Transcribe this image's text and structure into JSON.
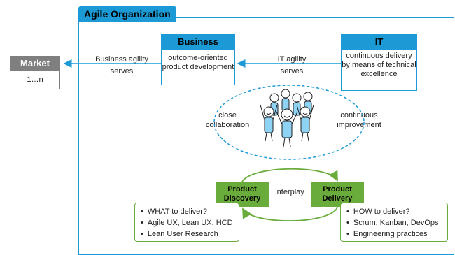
{
  "organization": {
    "title": "Agile Organization"
  },
  "market": {
    "title": "Market",
    "cardinality": "1…n"
  },
  "business": {
    "title": "Business",
    "description": "outcome-oriented product development"
  },
  "it": {
    "title": "IT",
    "description": "continuous delivery by means of technical excellence"
  },
  "flows": {
    "business_agility": "Business agility",
    "business_serves": "serves",
    "it_agility": "IT agility",
    "it_serves": "serves"
  },
  "team": {
    "left_label": "close collaboration",
    "right_label": "continuous improvement"
  },
  "product_discovery": {
    "title": "Product Discovery",
    "items": [
      "WHAT to deliver?",
      "Agile UX, Lean UX, HCD",
      "Lean User Research"
    ]
  },
  "product_delivery": {
    "title": "Product Delivery",
    "items": [
      "HOW to deliver?",
      "Scrum, Kanban, DevOps",
      "Engineering practices"
    ]
  },
  "interplay_label": "interplay",
  "colors": {
    "accent_blue": "#1c9ad6",
    "green": "#6aac3b",
    "grey": "#7f7f7f"
  }
}
